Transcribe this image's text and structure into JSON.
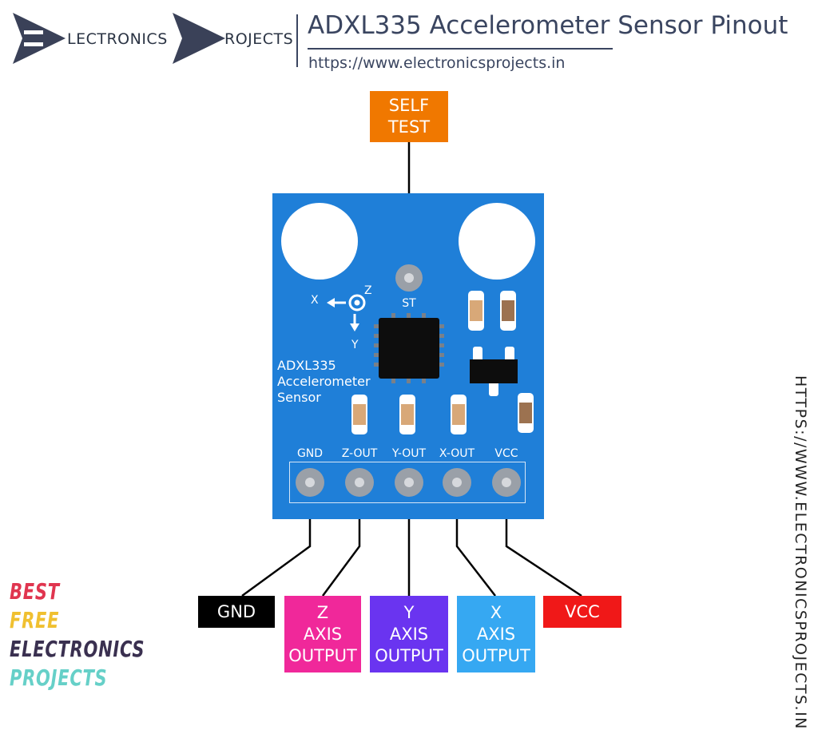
{
  "header": {
    "logo_part1": "LECTRONICS",
    "logo_part2": "ROJECTS",
    "title": "ADXL335 Accelerometer Sensor Pinout",
    "url": "https://www.electronicsprojects.in"
  },
  "board": {
    "color": "#1f7fd8",
    "name_line1": "ADXL335",
    "name_line2": "Accelerometer",
    "name_line3": "Sensor",
    "st_label": "ST",
    "axis_x": "X",
    "axis_y": "Y",
    "axis_z": "Z",
    "pins": [
      "GND",
      "Z-OUT",
      "Y-OUT",
      "X-OUT",
      "VCC"
    ]
  },
  "labels": {
    "self_test": {
      "line1": "SELF",
      "line2": "TEST",
      "color": "#f07800"
    },
    "gnd": {
      "text": "GND",
      "color": "#000000"
    },
    "z": {
      "line1": "Z",
      "line2": "AXIS",
      "line3": "OUTPUT",
      "color": "#f0289a"
    },
    "y": {
      "line1": "Y",
      "line2": "AXIS",
      "line3": "OUTPUT",
      "color": "#6a34f0"
    },
    "x": {
      "line1": "X",
      "line2": "AXIS",
      "line3": "OUTPUT",
      "color": "#36a8f2"
    },
    "vcc": {
      "text": "VCC",
      "color": "#f01818"
    }
  },
  "side_url": "HTTPS://WWW.ELECTRONICSPROJECTS.IN",
  "badge": {
    "line1": "BEST",
    "line2": "FREE",
    "line3": "ELECTRONICS",
    "line4": "PROJECTS",
    "colors": [
      "#e0354f",
      "#f0c030",
      "#3a3050",
      "#66d0c8"
    ]
  }
}
